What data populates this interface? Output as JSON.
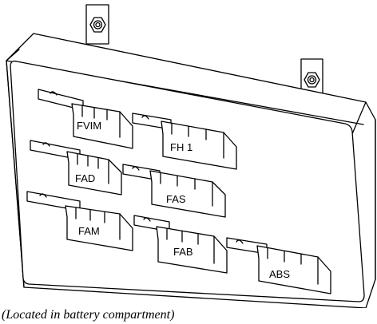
{
  "caption": "(Located in battery compartment)",
  "fuses": [
    {
      "label": "FVIM"
    },
    {
      "label": "FH 1"
    },
    {
      "label": "FAD"
    },
    {
      "label": "FAS"
    },
    {
      "label": "FAM"
    },
    {
      "label": "FAB"
    },
    {
      "label": "ABS"
    }
  ]
}
